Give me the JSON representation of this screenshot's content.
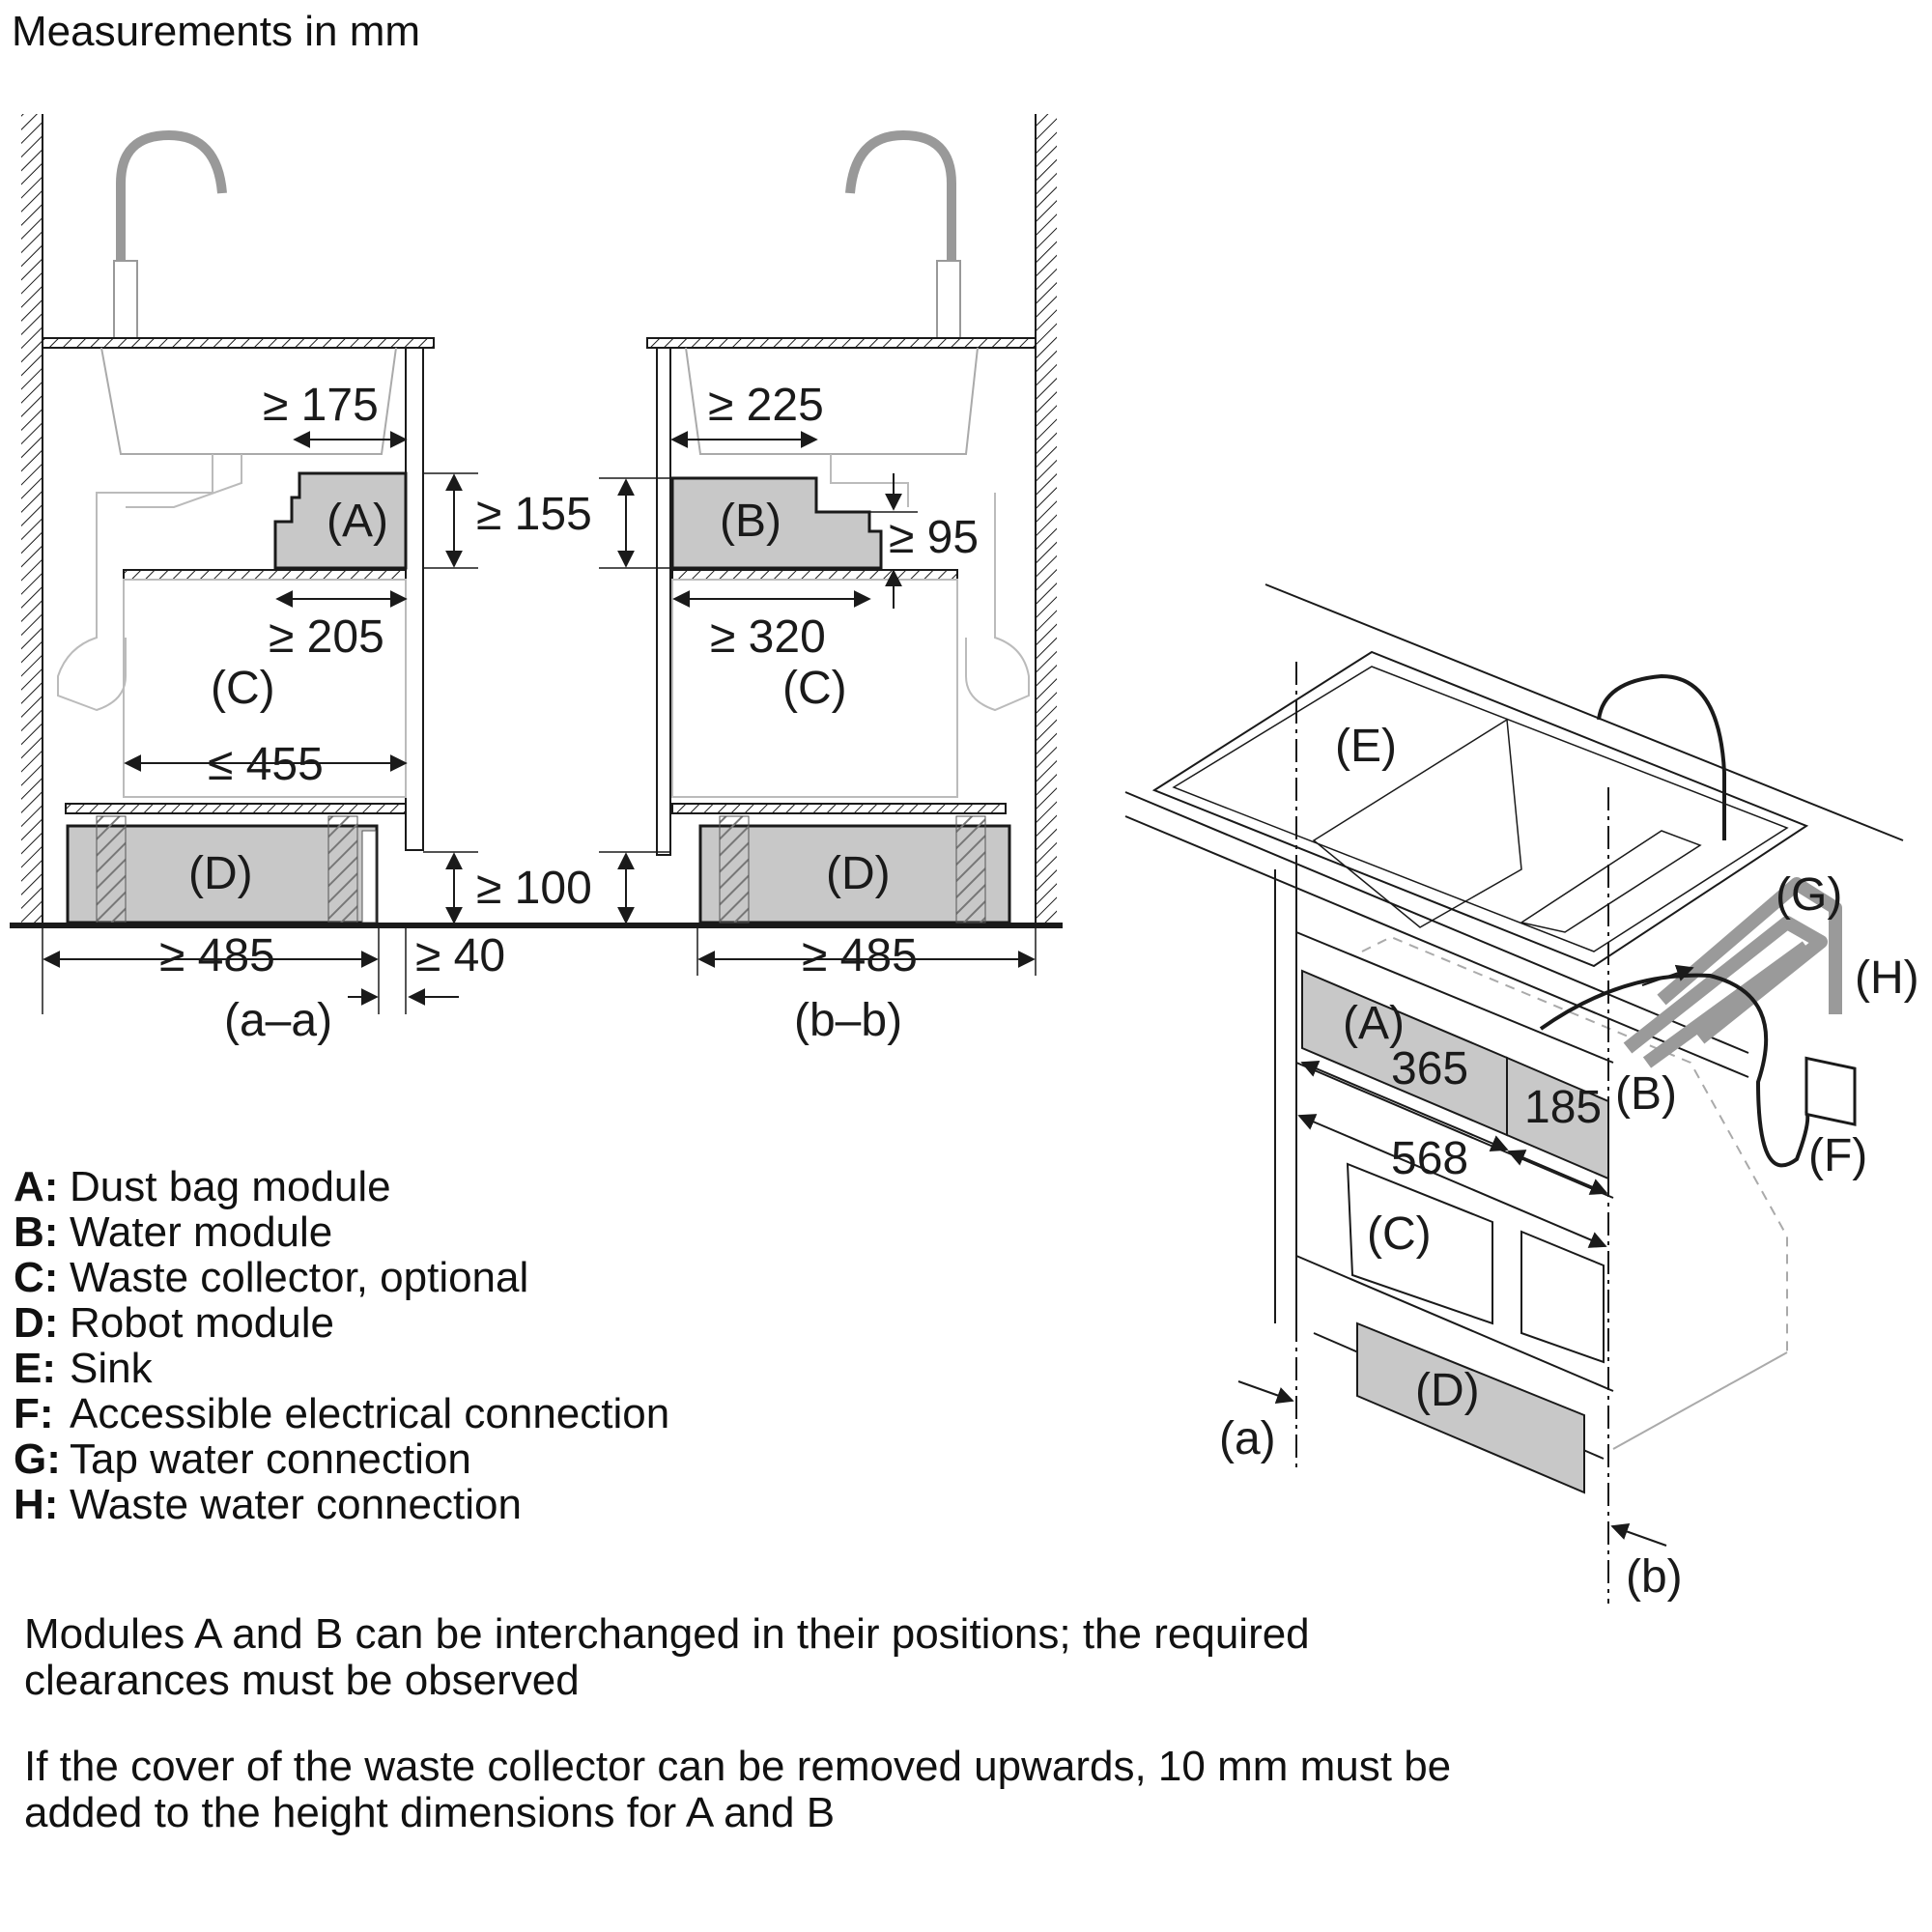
{
  "title": "Measurements in mm",
  "section_aa": {
    "labels": {
      "A": "(A)",
      "C": "(C)",
      "D": "(D)",
      "section": "(a–a)"
    },
    "dims": {
      "a_width": "≥ 175",
      "a_height": "≥ 155",
      "a_depth": "≥ 205",
      "c_width": "≤ 455",
      "d_width": "≥ 485",
      "gap": "≥ 40",
      "plinth": "≥ 100"
    }
  },
  "section_bb": {
    "labels": {
      "B": "(B)",
      "C": "(C)",
      "D": "(D)",
      "section": "(b–b)"
    },
    "dims": {
      "b_width": "≥ 225",
      "b_height": "≥ 95",
      "b_depth": "≥ 320",
      "d_width": "≥ 485"
    }
  },
  "iso_view": {
    "labels": {
      "E": "(E)",
      "A": "(A)",
      "B": "(B)",
      "C": "(C)",
      "D": "(D)",
      "F": "(F)",
      "G": "(G)",
      "H": "(H)",
      "a": "(a)",
      "b": "(b)"
    },
    "dims": {
      "a_len": "365",
      "b_len": "185",
      "total": "568"
    }
  },
  "legend": [
    {
      "key": "A:",
      "text": "Dust bag module"
    },
    {
      "key": "B:",
      "text": "Water module"
    },
    {
      "key": "C:",
      "text": "Waste collector, optional"
    },
    {
      "key": "D:",
      "text": "Robot module"
    },
    {
      "key": "E:",
      "text": "Sink"
    },
    {
      "key": "F:",
      "text": "Accessible electrical connection"
    },
    {
      "key": "G:",
      "text": "Tap water connection"
    },
    {
      "key": "H:",
      "text": "Waste water connection"
    }
  ],
  "notes": [
    "Modules A and B can be interchanged in their positions; the required clearances must be observed",
    "If the cover of the waste collector can be removed upwards, 10 mm must be added to the height dimensions for A and B"
  ],
  "colors": {
    "module_fill": "#c8c8c8",
    "line": "#1a1a1a",
    "light_line": "#b0b0b0",
    "pipe_fill": "#a0a0a0"
  }
}
